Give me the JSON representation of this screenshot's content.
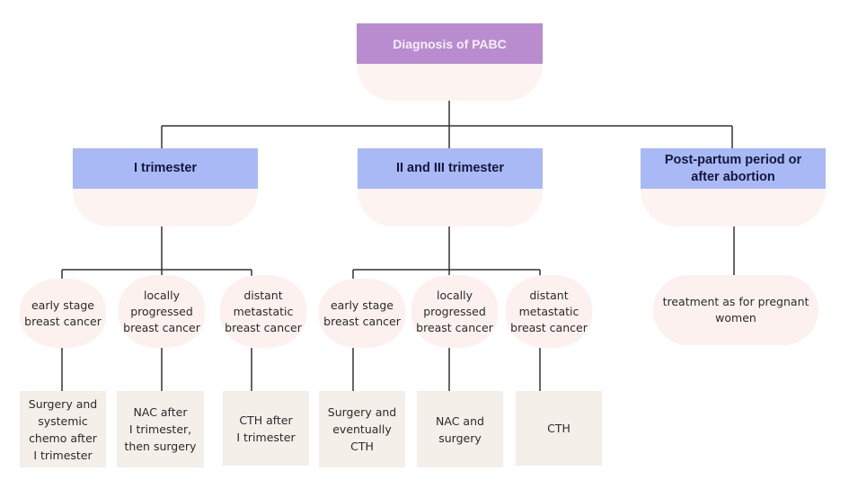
{
  "diagram": {
    "title": "Diagnosis of PABC",
    "colors": {
      "root": "#b98ccf",
      "trimester": "#a9b9f5",
      "condition": "#fcf1ee",
      "treatment": "#f4efe9",
      "line": "#333333"
    },
    "branches": [
      {
        "label": "I trimester",
        "conditions": [
          {
            "label": "early stage\nbreast cancer",
            "treatment": "Surgery and\nsystemic\nchemo after\nI trimester"
          },
          {
            "label": "locally\nprogressed\nbreast cancer",
            "treatment": "NAC after\nI trimester,\nthen surgery"
          },
          {
            "label": "distant\nmetastatic\nbreast cancer",
            "treatment": "CTH after\nI trimester"
          }
        ]
      },
      {
        "label": "II and III trimester",
        "conditions": [
          {
            "label": "early stage\nbreast cancer",
            "treatment": "Surgery and\neventually\nCTH"
          },
          {
            "label": "locally\nprogressed\nbreast cancer",
            "treatment": "NAC and\nsurgery"
          },
          {
            "label": "distant\nmetastatic\nbreast cancer",
            "treatment": "CTH"
          }
        ]
      },
      {
        "label": "Post-partum period or\nafter abortion",
        "outcome": "treatment as for pregnant\nwomen"
      }
    ]
  }
}
